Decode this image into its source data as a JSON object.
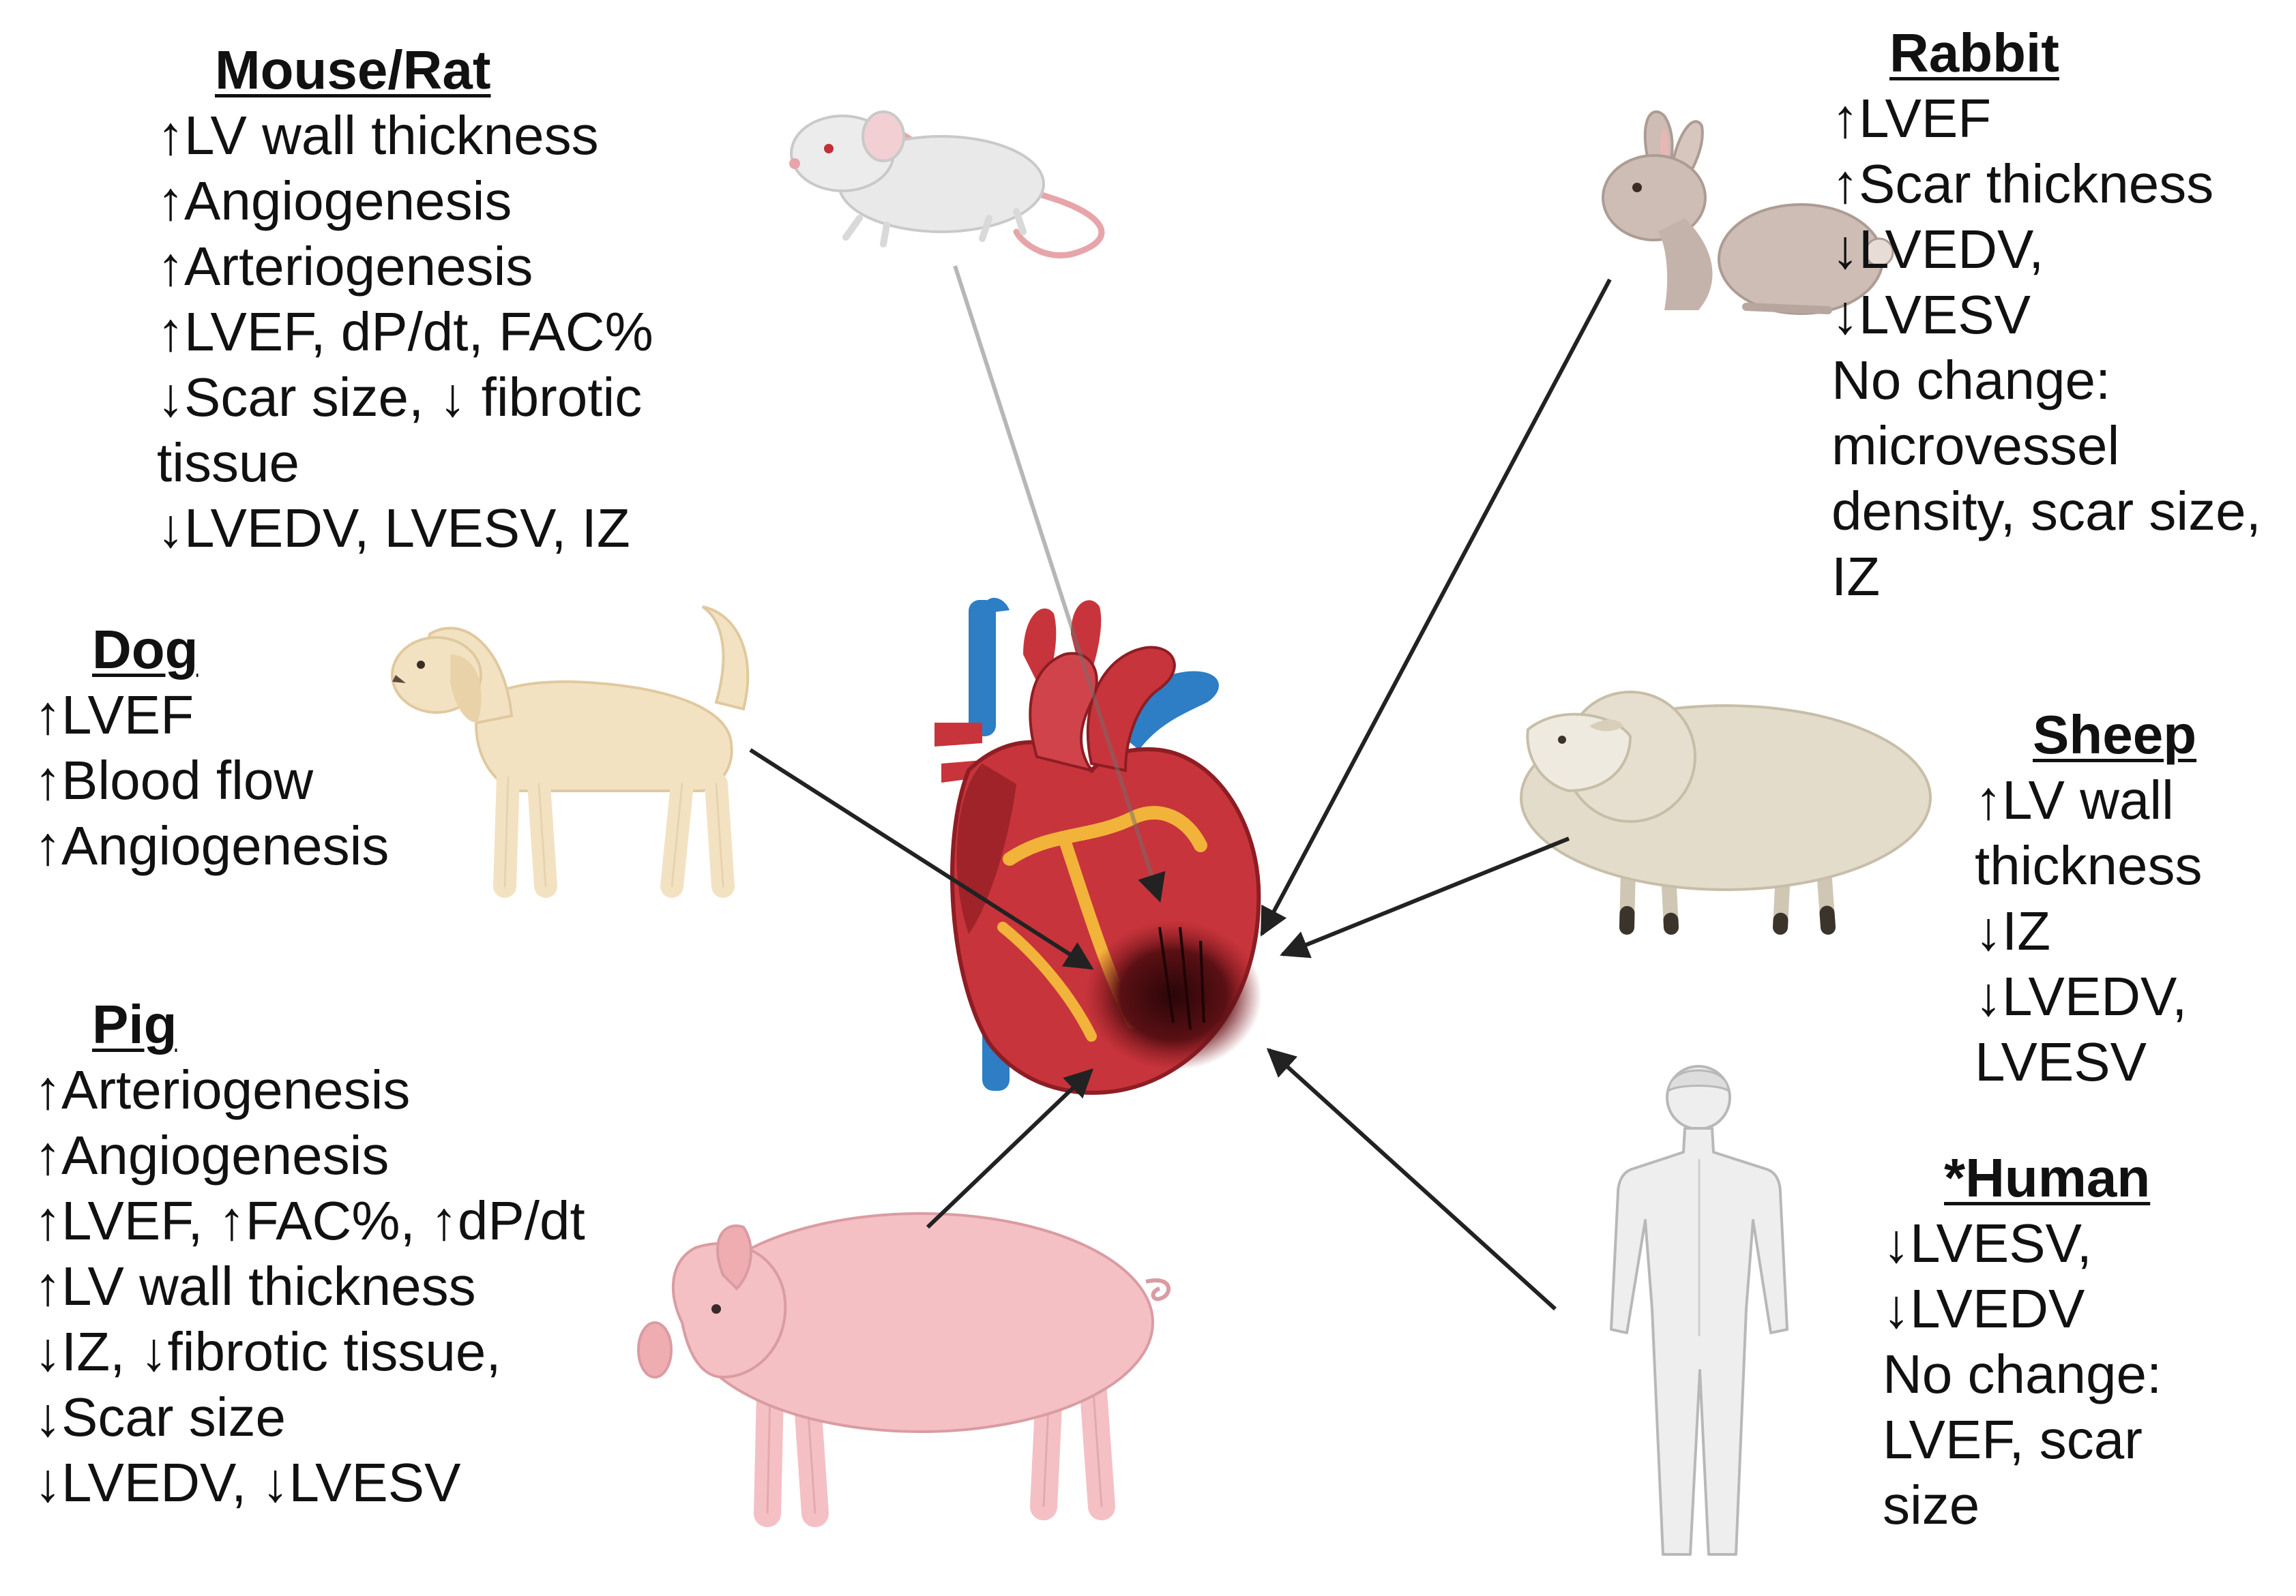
{
  "groups": {
    "mouse_rat": {
      "title": "Mouse/Rat",
      "lines": [
        "↑LV wall thickness",
        "↑Angiogenesis",
        "↑Arteriogenesis",
        "↑LVEF, dP/dt, FAC%",
        "↓Scar size, ↓ fibrotic",
        "tissue",
        "↓LVEDV, LVESV, IZ"
      ]
    },
    "rabbit": {
      "title": "Rabbit",
      "lines": [
        "↑LVEF",
        "↑Scar thickness",
        "↓LVEDV,",
        "↓LVESV",
        "No change:",
        "microvessel",
        "density, scar size,",
        "IZ"
      ]
    },
    "dog": {
      "title": "Dog",
      "lines": [
        "↑LVEF",
        "↑Blood flow",
        "↑Angiogenesis"
      ]
    },
    "sheep": {
      "title": "Sheep",
      "lines": [
        "↑LV wall",
        "thickness",
        "↓IZ",
        "↓LVEDV,",
        "LVESV"
      ]
    },
    "pig": {
      "title": "Pig",
      "lines": [
        "↑Arteriogenesis",
        "↑Angiogenesis",
        "↑LVEF, ↑FAC%, ↑dP/dt",
        "↑LV wall thickness",
        "↓IZ, ↓fibrotic tissue,",
        "↓Scar size",
        "↓LVEDV, ↓LVESV"
      ]
    },
    "human": {
      "title": "*Human",
      "lines": [
        "↓LVESV,",
        "↓LVEDV",
        "No change:",
        "LVEF, scar",
        "size"
      ]
    }
  },
  "icons": [
    "mouse-icon",
    "rabbit-icon",
    "dog-icon",
    "sheep-icon",
    "pig-icon",
    "human-icon",
    "heart-icon"
  ],
  "colors": {
    "text": "#111111",
    "arrow": "#222222",
    "heart_red": "#c8343b",
    "heart_dark": "#8e1d24",
    "vein_blue": "#2d7ec4",
    "fat_yellow": "#f2b33a",
    "infarct": "#4a0f12",
    "mouse": "#e9e9e9",
    "rabbit": "#cdbdb4",
    "dog": "#f3e2c2",
    "sheep": "#e3dccb",
    "pig": "#f4c0c3",
    "human": "#eeeeee"
  }
}
